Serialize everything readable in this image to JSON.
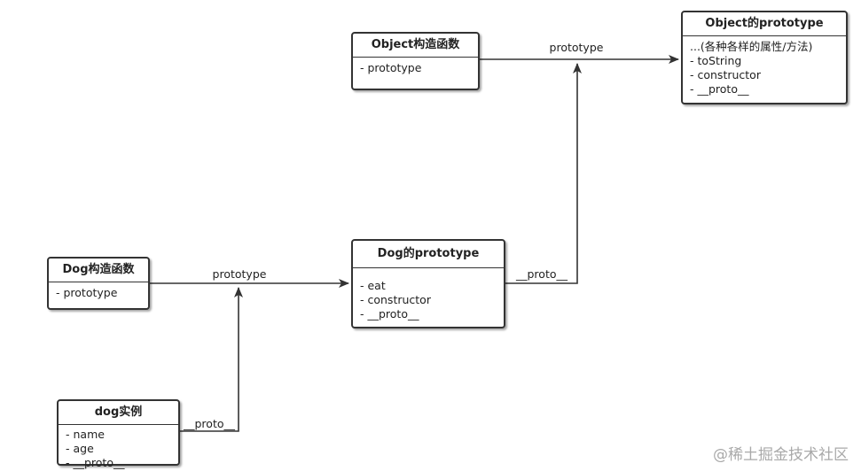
{
  "nodes": {
    "object_ctor": {
      "title": "Object构造函数",
      "items": [
        "- prototype"
      ]
    },
    "object_proto": {
      "title": "Object的prototype",
      "items": [
        "...(各种各样的属性/方法)",
        "- toString",
        "- constructor",
        "- __proto__"
      ]
    },
    "dog_ctor": {
      "title": "Dog构造函数",
      "items": [
        "- prototype"
      ]
    },
    "dog_proto": {
      "title": "Dog的prototype",
      "items": [
        "- eat",
        "- constructor",
        "- __proto__"
      ]
    },
    "dog_instance": {
      "title": "dog实例",
      "items": [
        "- name",
        "- age",
        "- __proto__"
      ]
    }
  },
  "edges": {
    "object_prototype": "prototype",
    "dog_prototype": "prototype",
    "dog_proto_proto": "__proto__",
    "instance_proto": "__proto__"
  },
  "watermark": "@稀土掘金技术社区",
  "colors": {
    "line": "#333333",
    "watermark": "#a9a9a9"
  }
}
